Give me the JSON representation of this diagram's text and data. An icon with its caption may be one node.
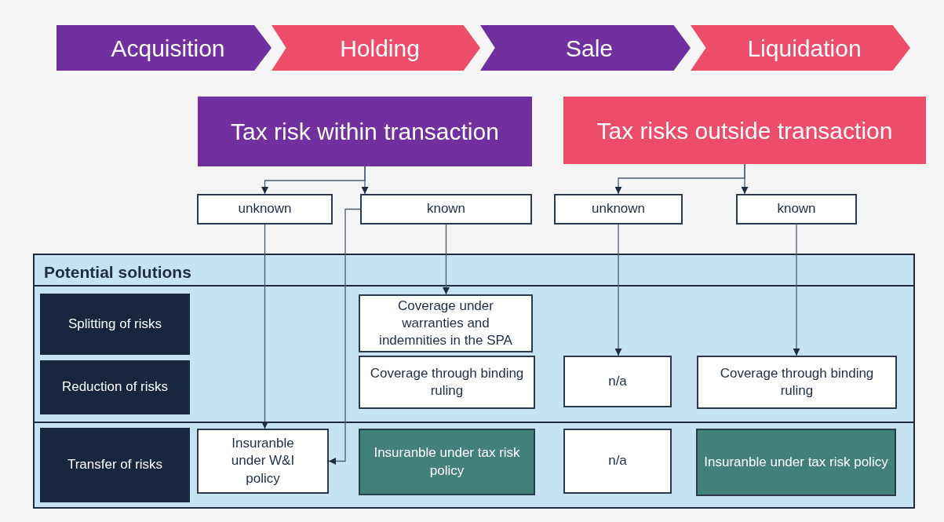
{
  "diagram": {
    "nodes": [
      {
        "text": [
          "Acquisition"
        ]
      },
      {
        "text": [
          "Holding"
        ]
      },
      {
        "text": [
          "Sale"
        ]
      },
      {
        "text": [
          "Liquidation"
        ]
      },
      {
        "text": [
          "Tax risk within transaction"
        ]
      },
      {
        "text": [
          "Tax risks outside transaction"
        ]
      },
      {
        "text": [
          "unknown"
        ]
      },
      {
        "text": [
          "known"
        ]
      },
      {
        "text": [
          "unknown"
        ]
      },
      {
        "text": [
          "known"
        ]
      },
      {
        "text": [
          "Potential solutions"
        ]
      },
      {
        "text": [
          "Splitting of risks"
        ],
        "in": 10
      },
      {
        "text": [
          "Coverage under warranties and indemnities in the SPA"
        ],
        "in": 10
      },
      {
        "text": [
          "Reduction of risks"
        ],
        "in": 10
      },
      {
        "text": [
          "Coverage through binding ruling"
        ],
        "in": 10
      },
      {
        "text": [
          "n/a"
        ],
        "in": 10
      },
      {
        "text": [
          "Coverage through binding ruling"
        ],
        "in": 10
      },
      {
        "text": [
          "Transfer of risks"
        ],
        "in": 10
      },
      {
        "text": [
          "Insuranble under W&I policy"
        ],
        "in": 10
      },
      {
        "text": [
          "Insuranble under tax risk policy"
        ],
        "in": 10
      },
      {
        "text": [
          "n/a"
        ],
        "in": 10
      },
      {
        "text": [
          "Insuranble under tax risk policy"
        ],
        "in": 10
      }
    ],
    "edges": [
      {
        "from": 4,
        "to": 6,
        "arrow": "to"
      },
      {
        "from": 4,
        "to": 7,
        "arrow": "to"
      },
      {
        "from": 5,
        "to": 8,
        "arrow": "to"
      },
      {
        "from": 5,
        "to": 9,
        "arrow": "to"
      },
      {
        "from": 6,
        "to": 18,
        "arrow": "to"
      },
      {
        "from": 7,
        "to": 12,
        "arrow": "to"
      },
      {
        "from": 7,
        "to": 18,
        "arrow": "to"
      },
      {
        "from": 8,
        "to": 15,
        "arrow": "to"
      },
      {
        "from": 9,
        "to": 16,
        "arrow": "to"
      }
    ]
  }
}
